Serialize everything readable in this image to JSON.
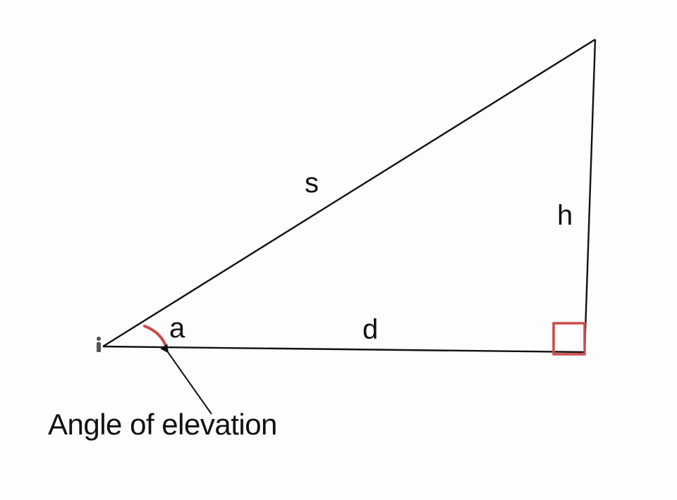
{
  "diagram": {
    "labels": {
      "hypotenuse": "s",
      "height": "h",
      "distance": "d",
      "angle": "a"
    },
    "caption": "Angle of elevation"
  },
  "colors": {
    "line": "#111111",
    "angle_arc": "#cc4a4a",
    "right_angle_marker": "#cc4a4a",
    "observer": "#555555"
  }
}
